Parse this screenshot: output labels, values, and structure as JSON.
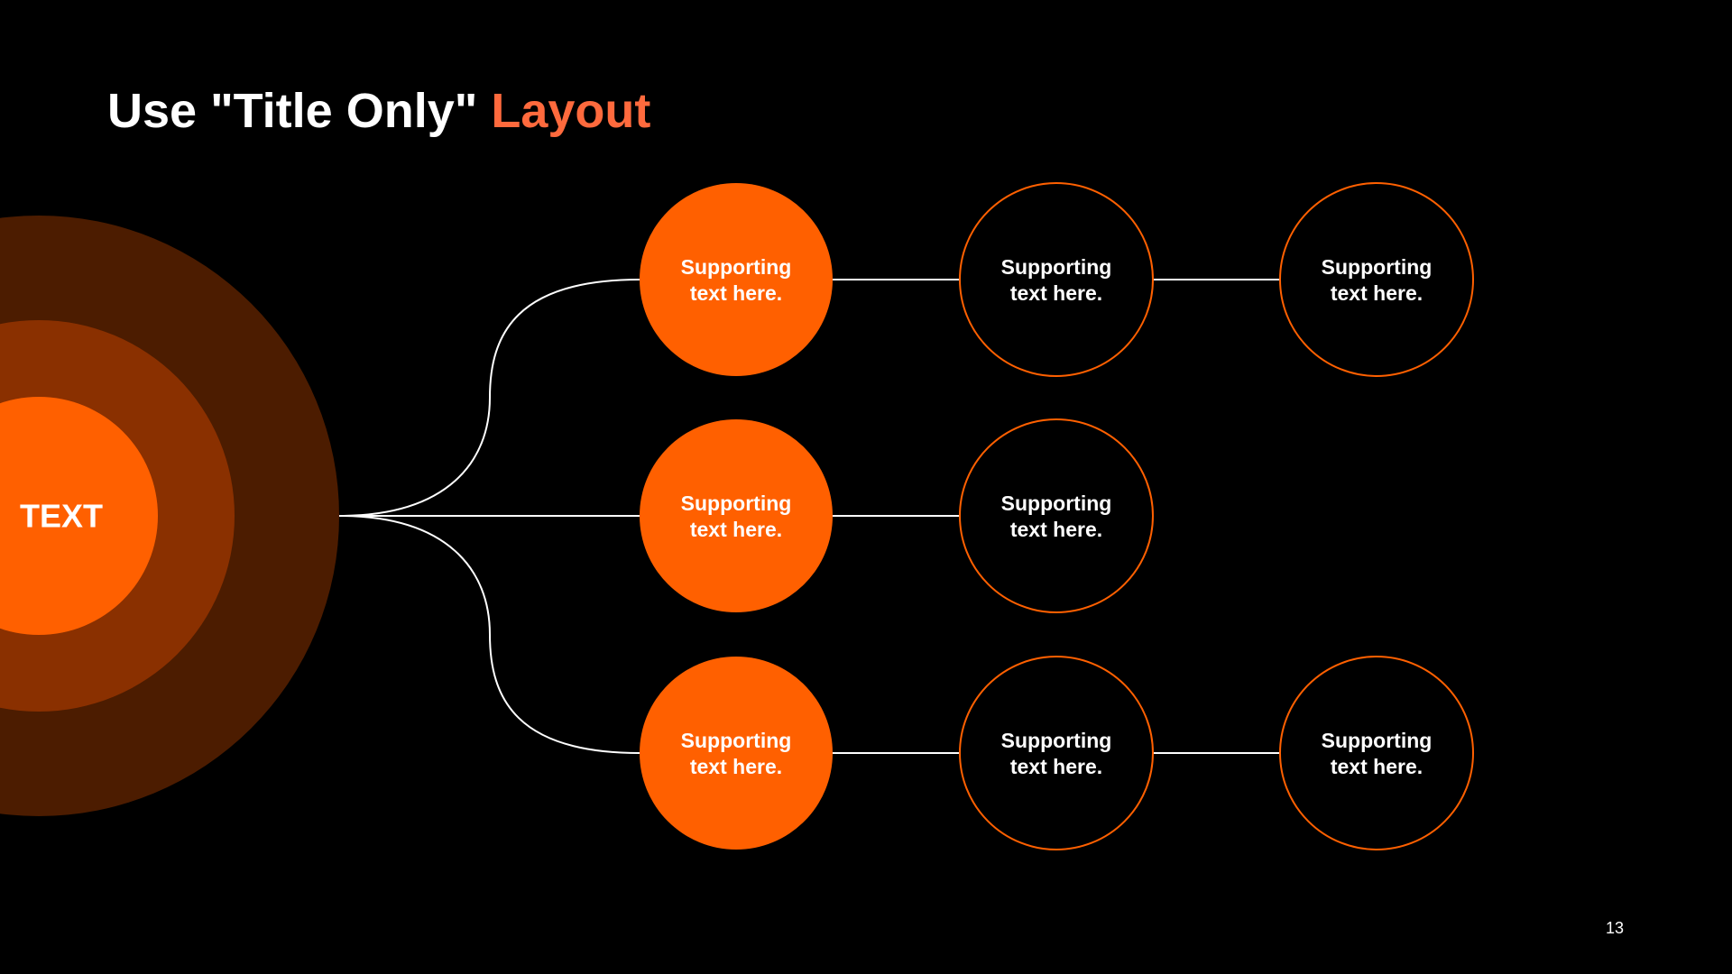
{
  "slide": {
    "title_main": "Use \"Title Only\" ",
    "title_accent": "Layout",
    "page_number": "13"
  },
  "colors": {
    "background": "#000000",
    "accent": "#ff6000",
    "title_accent": "#ff6a3d",
    "ring_outer": "#4c1c00",
    "ring_middle": "#8a3000",
    "ring_inner": "#ff6000",
    "connector": "#ffffff",
    "text": "#ffffff"
  },
  "diagram": {
    "center": {
      "label": "TEXT"
    },
    "rows": [
      {
        "nodes": [
          {
            "line1": "Supporting",
            "line2": "text here.",
            "style": "filled"
          },
          {
            "line1": "Supporting",
            "line2": "text here.",
            "style": "outline"
          },
          {
            "line1": "Supporting",
            "line2": "text here.",
            "style": "outline"
          }
        ]
      },
      {
        "nodes": [
          {
            "line1": "Supporting",
            "line2": "text here.",
            "style": "filled"
          },
          {
            "line1": "Supporting",
            "line2": "text here.",
            "style": "outline"
          }
        ]
      },
      {
        "nodes": [
          {
            "line1": "Supporting",
            "line2": "text here.",
            "style": "filled"
          },
          {
            "line1": "Supporting",
            "line2": "text here.",
            "style": "outline"
          },
          {
            "line1": "Supporting",
            "line2": "text here.",
            "style": "outline"
          }
        ]
      }
    ]
  }
}
